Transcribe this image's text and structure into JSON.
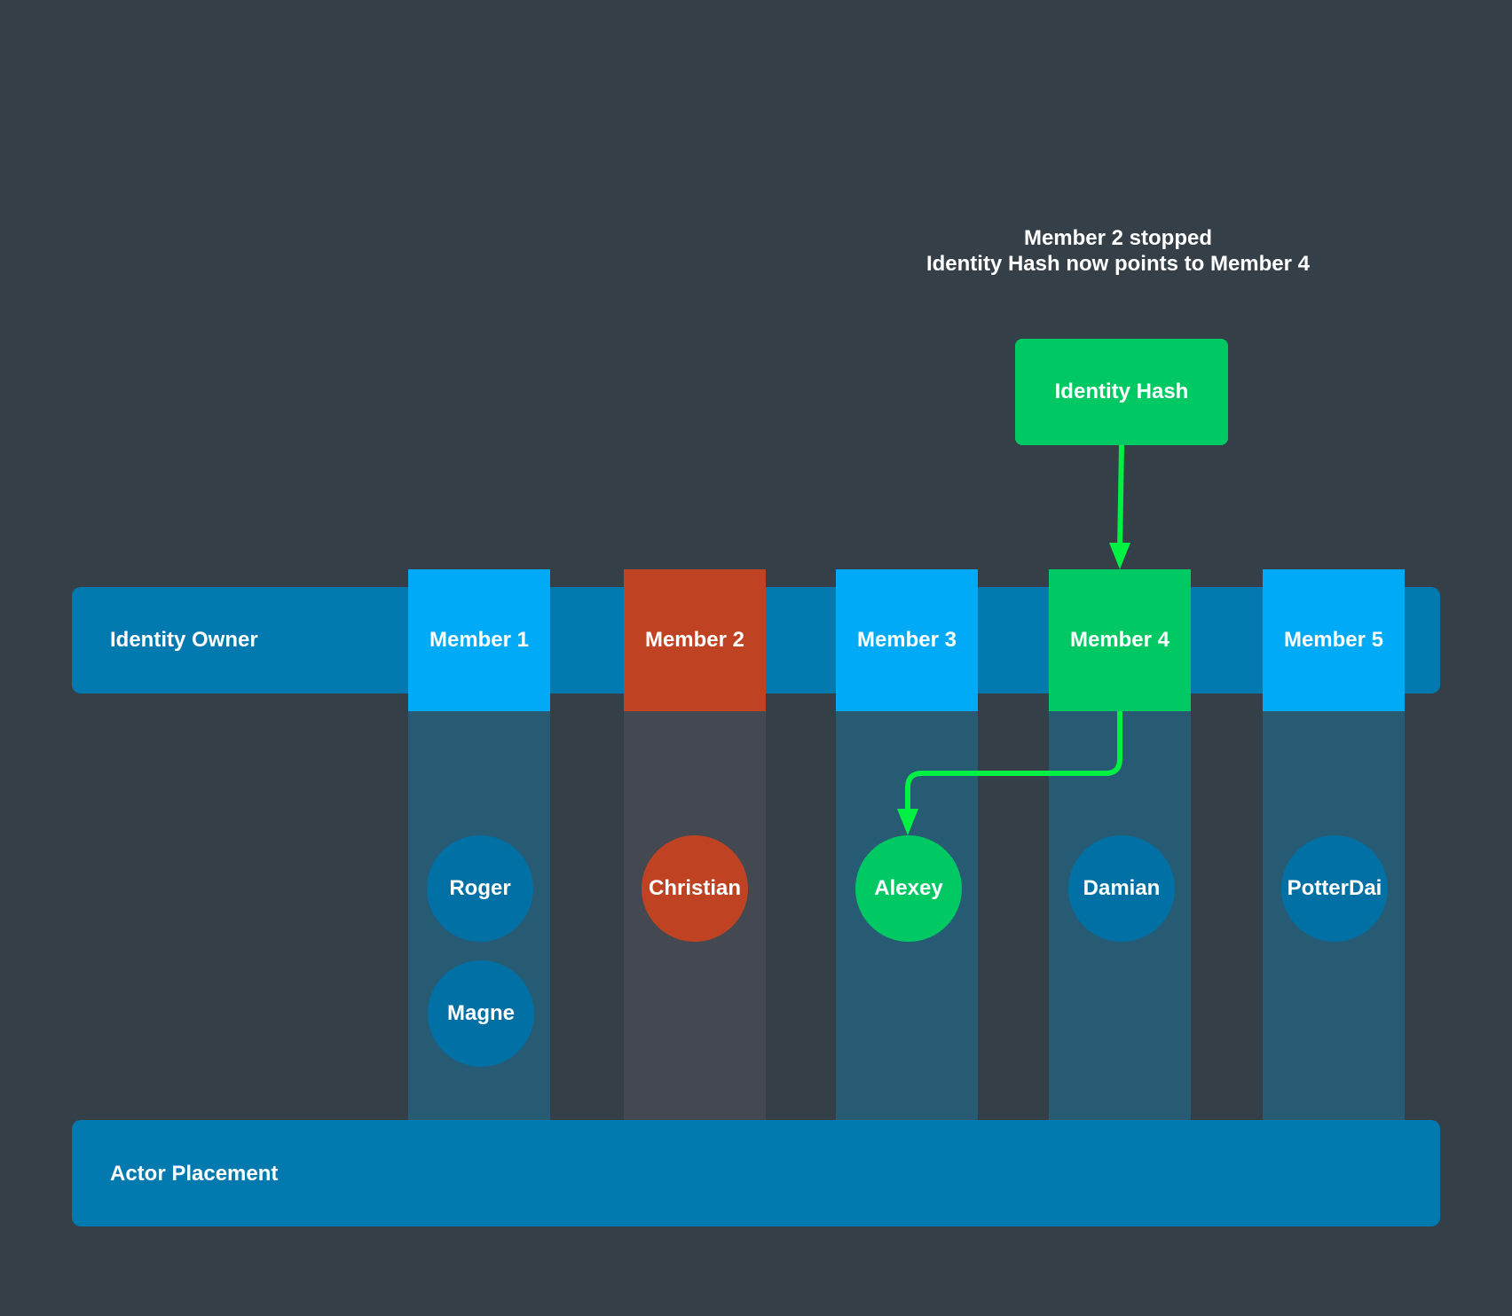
{
  "note": "Member 2 stopped\nIdentity Hash now points to Member 4",
  "identity_hash": {
    "label": "Identity Hash",
    "color": "#00c964"
  },
  "identity_owner": {
    "label": "Identity Owner"
  },
  "actor_placement": {
    "label": "Actor Placement"
  },
  "colors": {
    "background": "#353f48",
    "band": "#027aaf",
    "member": "#00aaf6",
    "member_failed": "#bf4322",
    "member_target": "#00c964",
    "column": "#275a73",
    "column_failed": "#434851",
    "actor": "#0070a5",
    "arrow": "#00f044"
  },
  "members": [
    {
      "label": "Member 1",
      "state": "normal",
      "actors": [
        "Roger",
        "Magne"
      ]
    },
    {
      "label": "Member 2",
      "state": "failed",
      "actors": [
        "Christian"
      ]
    },
    {
      "label": "Member 3",
      "state": "normal",
      "actors": [
        "Alexey"
      ]
    },
    {
      "label": "Member 4",
      "state": "target",
      "actors": [
        "Damian"
      ]
    },
    {
      "label": "Member 5",
      "state": "normal",
      "actors": [
        "PotterDai"
      ]
    }
  ]
}
